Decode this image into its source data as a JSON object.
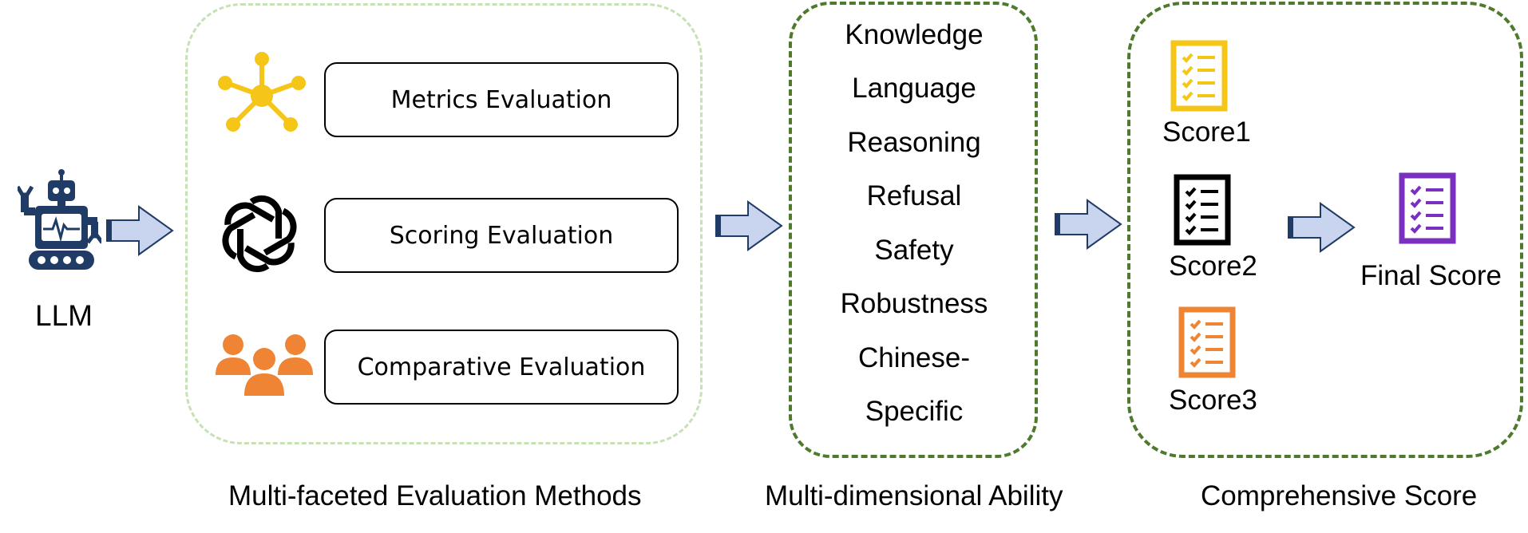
{
  "llm": {
    "label": "LLM",
    "icon": "robot-icon"
  },
  "methods": {
    "caption": "Multi-faceted Evaluation Methods",
    "items": [
      {
        "label": "Metrics Evaluation",
        "icon": "network-icon",
        "color": "#F5C518"
      },
      {
        "label": "Scoring Evaluation",
        "icon": "openai-logo-icon",
        "color": "#000000"
      },
      {
        "label": "Comparative Evaluation",
        "icon": "people-group-icon",
        "color": "#EE8434"
      }
    ]
  },
  "abilities": {
    "caption": "Multi-dimensional Ability",
    "items": [
      "Knowledge",
      "Language",
      "Reasoning",
      "Refusal",
      "Safety",
      "Robustness",
      "Chinese-",
      "Specific"
    ]
  },
  "scores": {
    "caption": "Comprehensive Score",
    "items": [
      {
        "label": "Score1",
        "icon": "checklist-icon",
        "color": "#F5C518"
      },
      {
        "label": "Score2",
        "icon": "checklist-icon",
        "color": "#000000"
      },
      {
        "label": "Score3",
        "icon": "checklist-icon",
        "color": "#EE8434"
      }
    ],
    "final": {
      "label": "Final Score",
      "icon": "checklist-icon",
      "color": "#7B2FBE"
    }
  },
  "colors": {
    "methods_border": "#C6E2B4",
    "panel_border": "#4E7A2E",
    "robot": "#1F3B66",
    "arrow_fill": "#C9D5EE",
    "arrow_stroke": "#1F3B66"
  }
}
